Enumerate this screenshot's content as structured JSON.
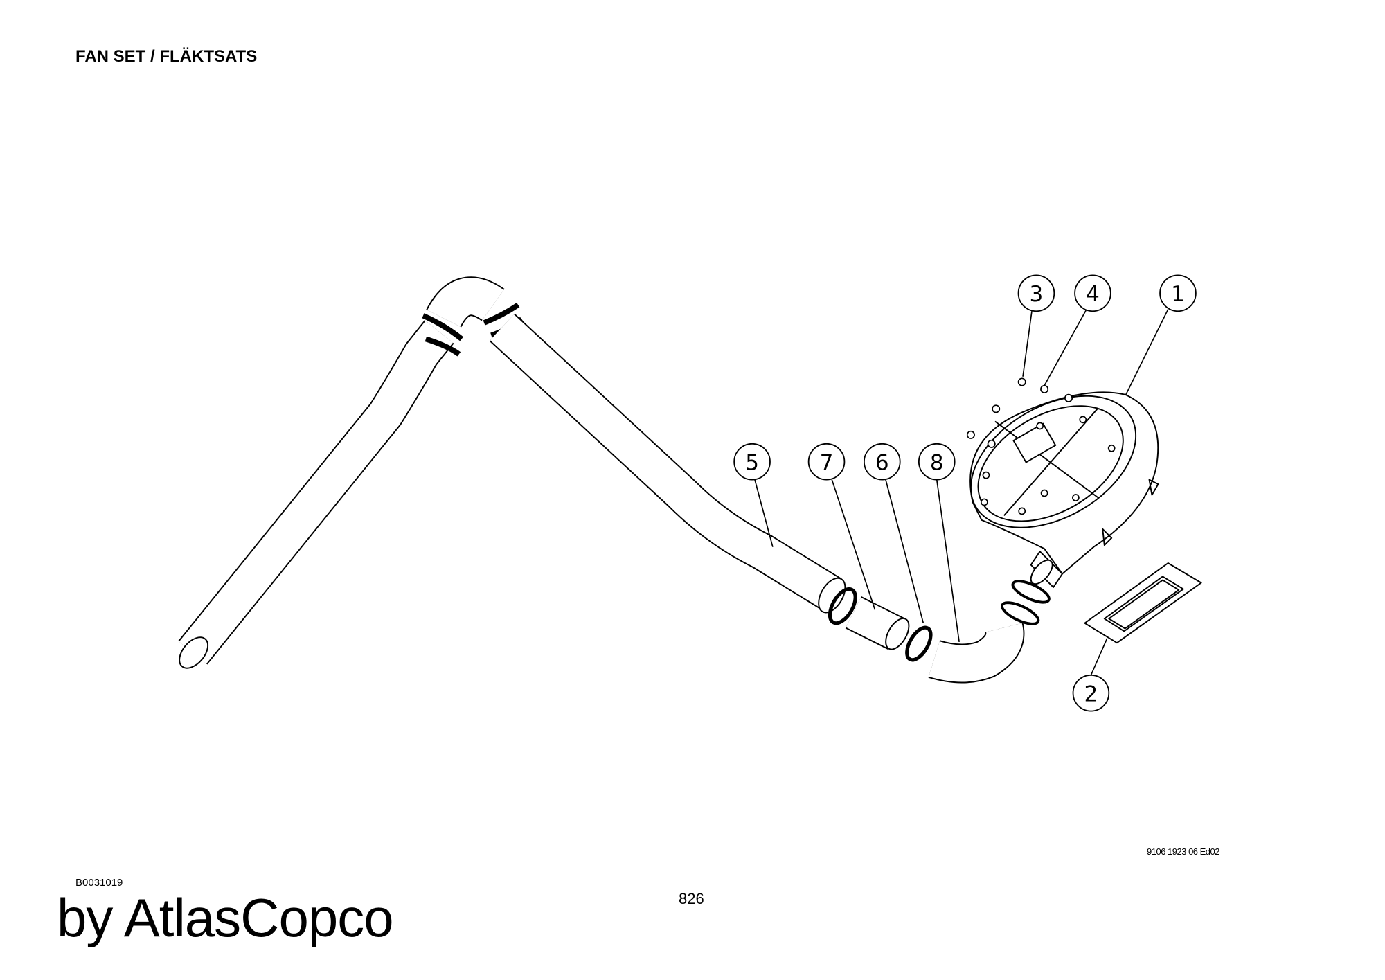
{
  "header": {
    "title": "FAN SET / FLÄKTSATS"
  },
  "diagram": {
    "balloons": [
      {
        "id": "1",
        "label": "1"
      },
      {
        "id": "2",
        "label": "2"
      },
      {
        "id": "3",
        "label": "3"
      },
      {
        "id": "4",
        "label": "4"
      },
      {
        "id": "5",
        "label": "5"
      },
      {
        "id": "6",
        "label": "6"
      },
      {
        "id": "7",
        "label": "7"
      },
      {
        "id": "8",
        "label": "8"
      }
    ]
  },
  "footer": {
    "document_number": "9106 1923 06 Ed02",
    "figure_id": "B0031019",
    "page_number": "826",
    "brand": "by AtlasCopco"
  }
}
